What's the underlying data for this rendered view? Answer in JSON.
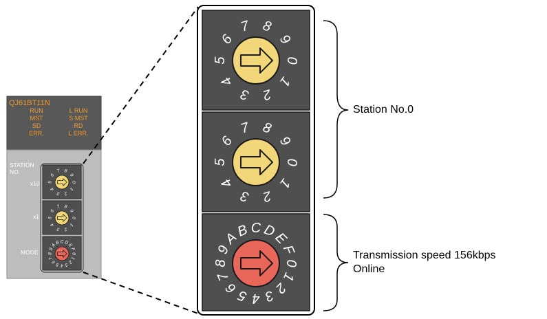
{
  "module": {
    "model": "QJ61BT11N",
    "leds_left": [
      "RUN",
      "MST",
      "SD",
      "ERR."
    ],
    "leds_right": [
      "L RUN",
      "S MST",
      "RD",
      "L ERR."
    ],
    "station_label_line1": "STATION",
    "station_label_line2": "NO.",
    "x10_label": "x10",
    "x1_label": "x1",
    "mode_label": "MODE"
  },
  "switches": {
    "decimal_digits": [
      "0",
      "1",
      "2",
      "3",
      "4",
      "5",
      "6",
      "7",
      "8",
      "9"
    ],
    "hex_digits": [
      "0",
      "1",
      "2",
      "3",
      "4",
      "5",
      "6",
      "7",
      "8",
      "9",
      "A",
      "B",
      "C",
      "D",
      "E",
      "F"
    ]
  },
  "callouts": {
    "station": "Station No.0",
    "speed_line1": "Transmission speed 156kbps",
    "speed_line2": "Online"
  },
  "colors": {
    "led_text": "#f39a2b",
    "module_top": "#585858",
    "module_body": "#bdbdbd",
    "dial_yellow": "#f2d77a",
    "dial_red": "#e8675a",
    "switch_box": "#4f4f4f"
  }
}
